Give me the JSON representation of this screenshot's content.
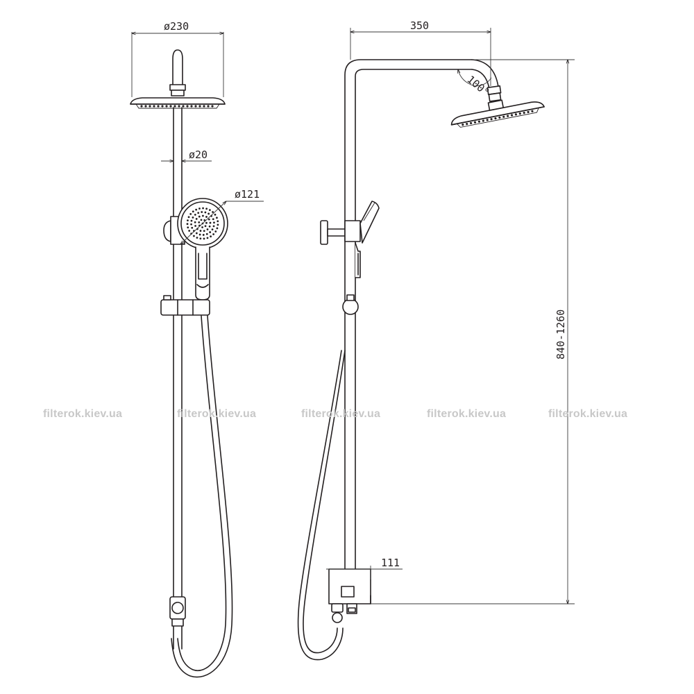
{
  "dimensions": {
    "head_diameter": "ø230",
    "rod_diameter": "ø20",
    "hand_diameter": "ø121",
    "arm_length": "350",
    "arm_angle": "100°",
    "height_range": "840-1260",
    "mixer_depth": "111"
  },
  "watermarks": [
    "filterok.kiev.ua",
    "filterok.kiev.ua",
    "filterok.kiev.ua",
    "filterok.kiev.ua",
    "filterok.kiev.ua"
  ],
  "colors": {
    "line": "#231f20",
    "watermark": "#c8c8c8",
    "background": "#ffffff"
  }
}
